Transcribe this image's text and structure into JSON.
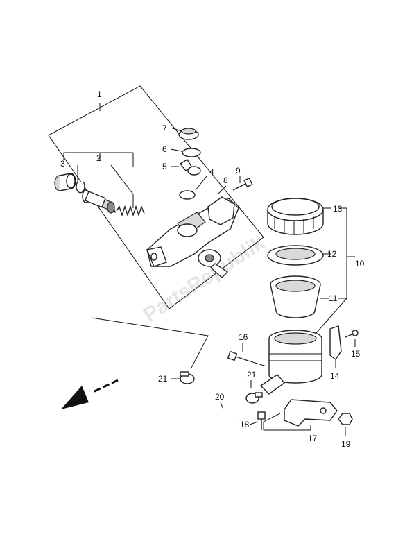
{
  "watermark": "PartsRepublik",
  "callouts": {
    "c1": "1",
    "c2": "2",
    "c3": "3",
    "c4": "4",
    "c5": "5",
    "c6": "6",
    "c7": "7",
    "c8": "8",
    "c9": "9",
    "c10": "10",
    "c11": "11",
    "c12": "12",
    "c13": "13",
    "c14": "14",
    "c15": "15",
    "c16": "16",
    "c17": "17",
    "c18": "18",
    "c19": "19",
    "c20": "20",
    "c21a": "21",
    "c21b": "21"
  }
}
